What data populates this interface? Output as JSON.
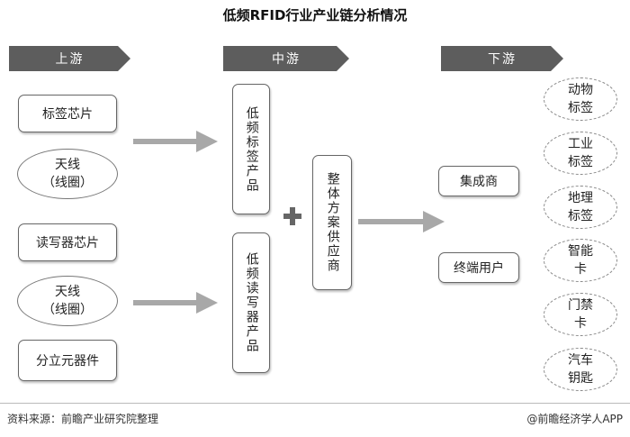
{
  "title": "低频RFID行业产业链分析情况",
  "stages": {
    "upstream": "上游",
    "midstream": "中游",
    "downstream": "下游"
  },
  "upstream_items": {
    "tag_chip": "标签芯片",
    "antenna_1": "天线\n（线圈）",
    "reader_chip": "读写器芯片",
    "antenna_2": "天线\n（线圈）",
    "discrete": "分立元器件"
  },
  "midstream_items": {
    "lf_tag_products": "低频标签产品",
    "lf_reader_products": "低频读写器产品",
    "solution_provider": "整体方案供应商"
  },
  "downstream_items": {
    "integrator": "集成商",
    "end_user": "终端用户",
    "applications": [
      "动物\n标签",
      "工业\n标签",
      "地理\n标签",
      "智能\n卡",
      "门禁\n卡",
      "汽车\n钥匙"
    ]
  },
  "footer": {
    "source": "资料来源：前瞻产业研究院整理",
    "brand": "@前瞻经济学人APP"
  },
  "colors": {
    "banner": "#5d5d5d",
    "arrow": "#a8a8a8"
  }
}
